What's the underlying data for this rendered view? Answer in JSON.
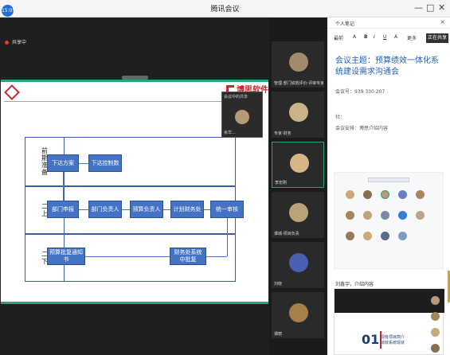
{
  "window": {
    "title": "腾讯会议",
    "timer": "15:05",
    "controls": [
      "—",
      "□",
      "✕"
    ]
  },
  "share": {
    "status": "共享中"
  },
  "slide": {
    "logo_text": "博思软件",
    "self_camera_label": "会议中的共享",
    "self_camera_name": "余华...",
    "flow": {
      "rows": [
        "前期准备",
        "二上",
        "二下"
      ],
      "boxes_row1": [
        "下达方案",
        "下达控制数"
      ],
      "boxes_row2": [
        "部门申报",
        "部门负责人",
        "预算负责人",
        "计划财务处",
        "统一审核"
      ],
      "boxes_row3": [
        "预算批复通知书",
        "财务处系统中批复"
      ]
    }
  },
  "participants": [
    {
      "name": "管理·部门绩效评价·评审专家",
      "color": "#a38a6b"
    },
    {
      "name": "专家·财务",
      "color": "#c9b48a"
    },
    {
      "name": "李宏刚",
      "color": "#d8b489"
    },
    {
      "name": "谭城·项目负责",
      "color": "#b9a47a"
    },
    {
      "name": "刘晓",
      "color": "#4a5fb0"
    },
    {
      "name": "谭丽",
      "color": "#a67f4a"
    }
  ],
  "notes": {
    "header": "个人笔记",
    "tools": [
      "A",
      "B",
      "I",
      "U",
      "A",
      "更多"
    ],
    "tools_prefix": "最前",
    "live_button": "正在共享",
    "title": "会议主题：预算绩效一体化系统建设需求沟通会",
    "meeting_id": "会议号：939 330 207",
    "section_label": "社：",
    "agenda": "会议安排：博思介绍内容",
    "speaker_line": "刘鑫宇，介绍内容",
    "mini_number": "01",
    "mini_caption_1": "现有项目简介",
    "mini_caption_2": "绩效系统现状"
  }
}
